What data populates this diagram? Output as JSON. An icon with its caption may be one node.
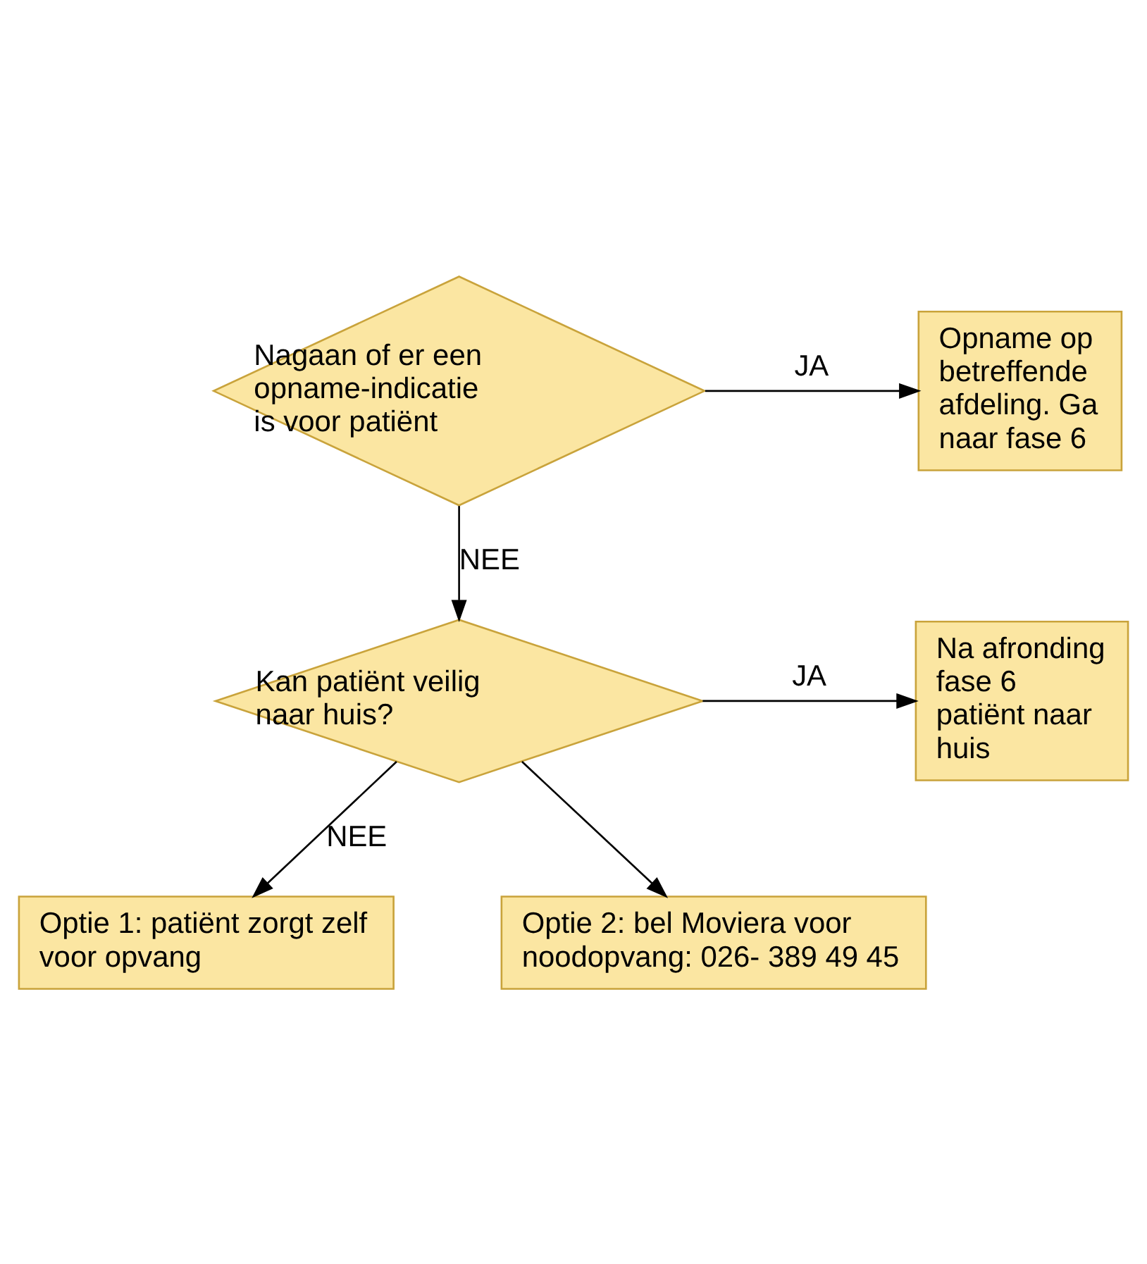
{
  "diagram": {
    "nodes": [
      {
        "text": [
          "Nagaan of er een opname-indicatie is voor patiënt"
        ]
      },
      {
        "text": [
          "Opname op betreffende afdeling. Ga naar fase 6"
        ]
      },
      {
        "text": [
          "Kan patiënt veilig naar huis?"
        ]
      },
      {
        "text": [
          "Na afronding fase 6 patiënt naar huis"
        ]
      },
      {
        "text": [
          "Optie 1: patiënt zorgt zelf voor opvang"
        ]
      },
      {
        "text": [
          "Optie 2: bel Moviera voor noodopvang: 026- 389 49 45"
        ]
      }
    ],
    "edges": [
      {
        "from": 0,
        "to": 1,
        "arrow": "to",
        "label": "JA"
      },
      {
        "from": 0,
        "to": 2,
        "arrow": "to",
        "label": "NEE"
      },
      {
        "from": 2,
        "to": 3,
        "arrow": "to",
        "label": "JA"
      },
      {
        "from": 2,
        "to": 4,
        "arrow": "to",
        "label": "NEE"
      },
      {
        "from": 2,
        "to": 5,
        "arrow": "to"
      }
    ]
  }
}
